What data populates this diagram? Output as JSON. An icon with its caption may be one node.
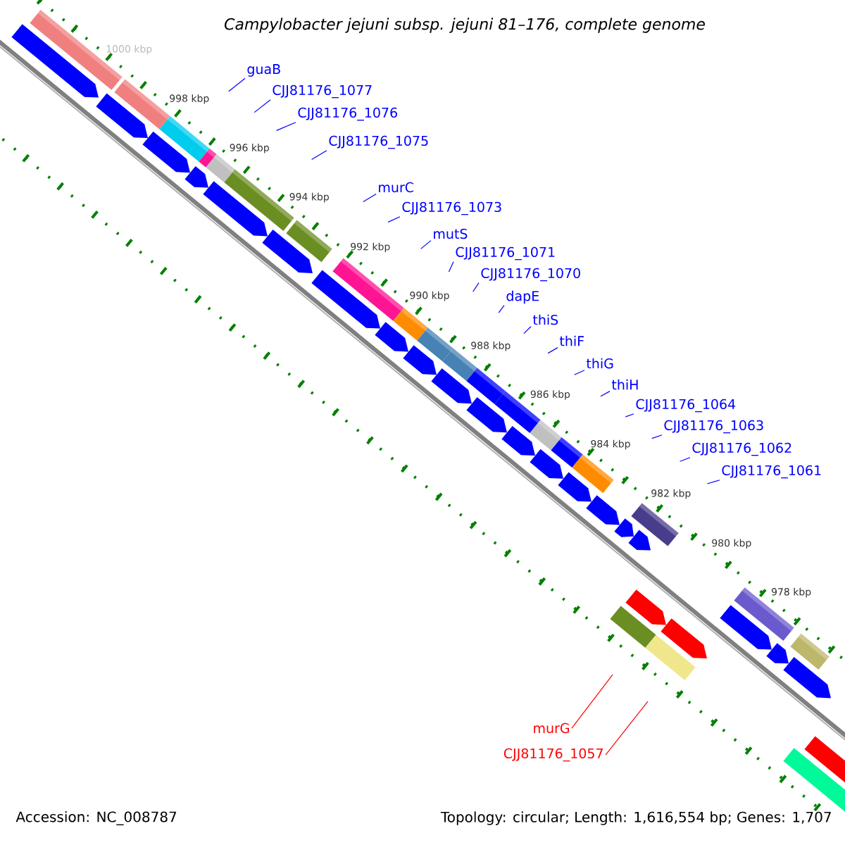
{
  "diagram": {
    "title": "Campylobacter jejuni subsp. jejuni 81–176, complete genome",
    "nodes": [
      {
        "text": [
          "guaB"
        ]
      },
      {
        "text": [
          "CJJ81176_1077"
        ]
      },
      {
        "text": [
          "CJJ81176_1076"
        ]
      },
      {
        "text": [
          "CJJ81176_1075"
        ]
      },
      {
        "text": [
          "murC"
        ]
      },
      {
        "text": [
          "CJJ81176_1073"
        ]
      },
      {
        "text": [
          "mutS"
        ]
      },
      {
        "text": [
          "CJJ81176_1071"
        ]
      },
      {
        "text": [
          "CJJ81176_1070"
        ]
      },
      {
        "text": [
          "dapE"
        ]
      },
      {
        "text": [
          "thiS"
        ]
      },
      {
        "text": [
          "thiF"
        ]
      },
      {
        "text": [
          "thiG"
        ]
      },
      {
        "text": [
          "thiH"
        ]
      },
      {
        "text": [
          "CJJ81176_1064"
        ]
      },
      {
        "text": [
          "CJJ81176_1063"
        ]
      },
      {
        "text": [
          "CJJ81176_1062"
        ]
      },
      {
        "text": [
          "CJJ81176_1061"
        ]
      },
      {
        "text": [
          "murG"
        ]
      },
      {
        "text": [
          "CJJ81176_1057"
        ]
      }
    ],
    "edges": [
      {
        "from": 0,
        "to": null,
        "arrow": "none"
      },
      {
        "from": 1,
        "to": null,
        "arrow": "none"
      },
      {
        "from": 2,
        "to": null,
        "arrow": "none"
      },
      {
        "from": 3,
        "to": null,
        "arrow": "none"
      },
      {
        "from": 4,
        "to": null,
        "arrow": "none"
      },
      {
        "from": 5,
        "to": null,
        "arrow": "none"
      },
      {
        "from": 6,
        "to": null,
        "arrow": "none"
      },
      {
        "from": 7,
        "to": null,
        "arrow": "none"
      },
      {
        "from": 8,
        "to": null,
        "arrow": "none"
      },
      {
        "from": 9,
        "to": null,
        "arrow": "none"
      },
      {
        "from": 10,
        "to": null,
        "arrow": "none"
      },
      {
        "from": 11,
        "to": null,
        "arrow": "none"
      },
      {
        "from": 12,
        "to": null,
        "arrow": "none"
      },
      {
        "from": 13,
        "to": null,
        "arrow": "none"
      },
      {
        "from": 14,
        "to": null,
        "arrow": "none"
      },
      {
        "from": 15,
        "to": null,
        "arrow": "none"
      },
      {
        "from": 16,
        "to": null,
        "arrow": "none"
      },
      {
        "from": 17,
        "to": null,
        "arrow": "none"
      },
      {
        "from": 18,
        "to": null,
        "arrow": "none",
        "color": "#ff0000"
      },
      {
        "from": 19,
        "to": null,
        "arrow": "none",
        "color": "#ff0000"
      }
    ],
    "labels": [
      "1000 kbp",
      "998 kbp",
      "996 kbp",
      "994 kbp",
      "992 kbp",
      "990 kbp",
      "988 kbp",
      "986 kbp",
      "984 kbp",
      "982 kbp",
      "980 kbp",
      "978 kbp",
      "Accession: NC_008787",
      "Topology: circular; Length: 1,616,554 bp; Genes: 1,707"
    ]
  }
}
